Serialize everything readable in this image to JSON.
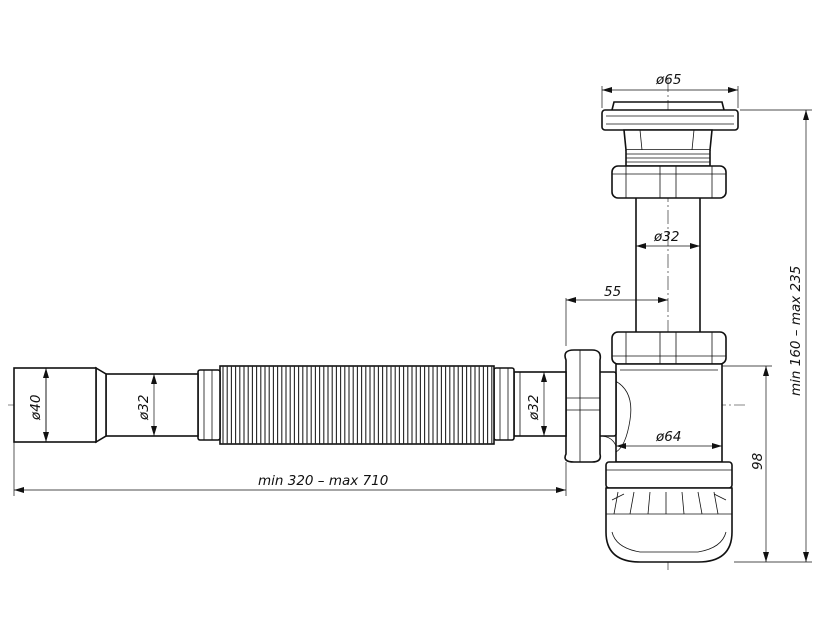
{
  "dimensions": {
    "flange_diameter": "ø65",
    "tube_diameter_vertical": "ø32",
    "offset": "55",
    "height_range": "min 160 – max 235",
    "outlet_diameter": "ø40",
    "pipe_diameter_left": "ø32",
    "pipe_diameter_right": "ø32",
    "bottle_diameter": "ø64",
    "bottle_height": "98",
    "length_range": "min 320 – max 710"
  }
}
